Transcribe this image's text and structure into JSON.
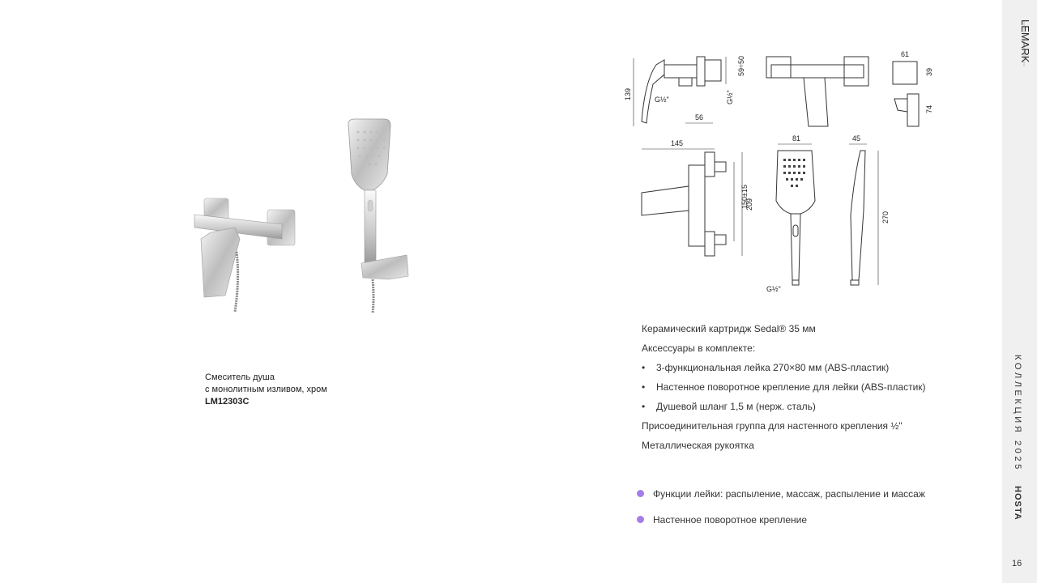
{
  "brand": {
    "name": "LEMARK",
    "tagline": ""
  },
  "sidebar": {
    "collection": "КОЛЛЕКЦИЯ 2025",
    "series": "HOSTA",
    "page_number": "16"
  },
  "product": {
    "name_line1": "Смеситель душа",
    "name_line2": "с монолитным изливом, хром",
    "code": "LM12303C"
  },
  "dimensions": {
    "d139": "139",
    "d59": "59÷50",
    "d56": "56",
    "g12a": "G½\"",
    "g12b": "G½\"",
    "d61": "61",
    "d39": "39",
    "d74": "74",
    "d145": "145",
    "d150": "150±15",
    "d209": "209",
    "d81": "81",
    "d45": "45",
    "d270": "270",
    "g12c": "G½\""
  },
  "specs": {
    "cartridge": "Керамический картридж Sedal® 35 мм",
    "accessories_title": "Аксессуары в комплекте:",
    "accessories": [
      "3-функциональная лейка 270×80 мм (ABS-пластик)",
      "Настенное поворотное крепление для лейки (ABS-пластик)",
      "Душевой шланг 1,5 м (нерж. сталь)"
    ],
    "connection": "Присоединительная группа для настенного крепления ½\"",
    "handle": "Металлическая рукоятка"
  },
  "features": [
    "Функции лейки: распыление, массаж, распыление и массаж",
    "Настенное поворотное крепление"
  ],
  "colors": {
    "accent": "#a57de6",
    "sidebar": "#f0f0f0"
  }
}
